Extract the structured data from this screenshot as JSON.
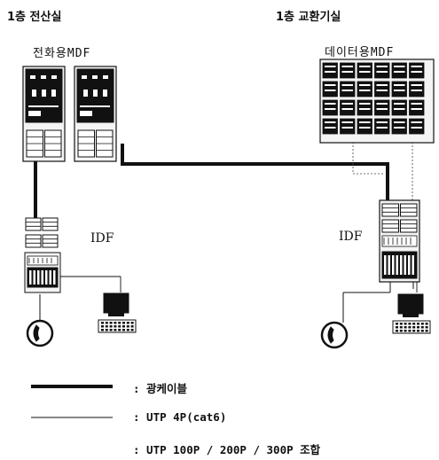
{
  "rooms": {
    "left": "1층 전산실",
    "right": "1층 교환기실"
  },
  "mdf": {
    "left": "전화용MDF",
    "right": "데이터용MDF"
  },
  "idf": {
    "left": "IDF",
    "right": "IDF"
  },
  "legend": [
    {
      "style": "thick",
      "text": ": 광케이블"
    },
    {
      "style": "thin",
      "text": ": UTP 4P(cat6)"
    },
    {
      "style": "none",
      "text": ": UTP 100P / 200P / 300P 조합"
    }
  ],
  "colors": {
    "ink": "#111111",
    "fill": "#f4f4f4"
  }
}
